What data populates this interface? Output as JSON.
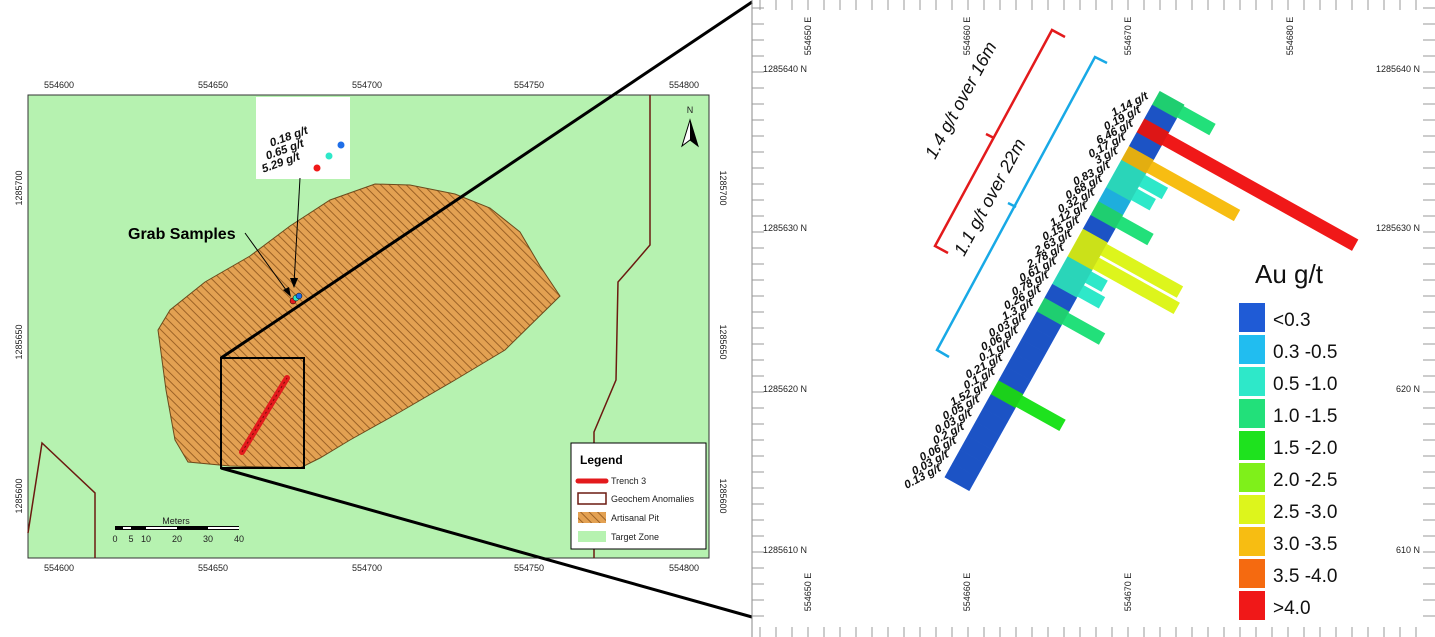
{
  "left_map": {
    "x_ticks": [
      "554600",
      "554650",
      "554700",
      "554750",
      "554800"
    ],
    "y_ticks": [
      "1285700",
      "1285650",
      "1285600"
    ],
    "north_label": "N",
    "grab_label": "Grab Samples",
    "inset_values": [
      "0.18 g/t",
      "0.65 g/t",
      "5.29 g/t"
    ],
    "scale": {
      "title": "Meters",
      "labels": [
        "0",
        "5",
        "10",
        "20",
        "30",
        "40"
      ]
    },
    "legend": {
      "title": "Legend",
      "items": [
        {
          "label": "Trench 3",
          "color": "#e31a1c"
        },
        {
          "label": "Geochem Anomalies",
          "color": "#6b1a10"
        },
        {
          "label": "Artisanal Pit",
          "color": "#d99a4a"
        },
        {
          "label": "Target Zone",
          "color": "#b6f2b0"
        }
      ]
    }
  },
  "right_map": {
    "x_ticks": [
      "554650 E",
      "554660 E",
      "554670 E",
      "554680 E"
    ],
    "y_ticks": [
      "1285640 N",
      "1285630 N",
      "1285620 N",
      "1285610 N"
    ],
    "right_y_ticks": [
      "1285640 N",
      "1285630 N",
      "620 N",
      "610 N"
    ],
    "intercept_long": "1.4 g/t over 16m",
    "intercept_short": "1.1 g/t over 22m",
    "assays": [
      "1.14 g/t",
      "0.19 g/t",
      "6.46 g/t",
      "0.17 g/t",
      "3 g/t",
      "0.83 g/t",
      "0.68 g/t",
      "0.32 g/t",
      "1.12 g/t",
      "0.15 g/t",
      "2.63 g/t",
      "2.78 g/t",
      "0.61 g/t",
      "0.78 g/t",
      "0.26 g/t",
      "1.3 g/t",
      "0.03 g/t",
      "0.06 g/t",
      "0.1 g/t",
      "0.21 g/t",
      "0.1 g/t",
      "1.52 g/t",
      "0.05 g/t",
      "0.03 g/t",
      "0.2 g/t",
      "0.06 g/t",
      "0.03 g/t",
      "0.13 g/t"
    ],
    "legend_title": "Au g/t",
    "legend": [
      {
        "label": "<0.3",
        "color": "#1f5bd6"
      },
      {
        "label": "0.3 -0.5",
        "color": "#21bdf0"
      },
      {
        "label": "0.5 -1.0",
        "color": "#2ee8c9"
      },
      {
        "label": "1.0 -1.5",
        "color": "#22e07a"
      },
      {
        "label": "1.5 -2.0",
        "color": "#1ee21e"
      },
      {
        "label": "2.0 -2.5",
        "color": "#7ff01a"
      },
      {
        "label": "2.5 -3.0",
        "color": "#ddf51c"
      },
      {
        "label": "3.0 -3.5",
        "color": "#f7bd12"
      },
      {
        "label": "3.5 -4.0",
        "color": "#f56a10"
      },
      {
        "label": ">4.0",
        "color": "#f01818"
      }
    ]
  }
}
